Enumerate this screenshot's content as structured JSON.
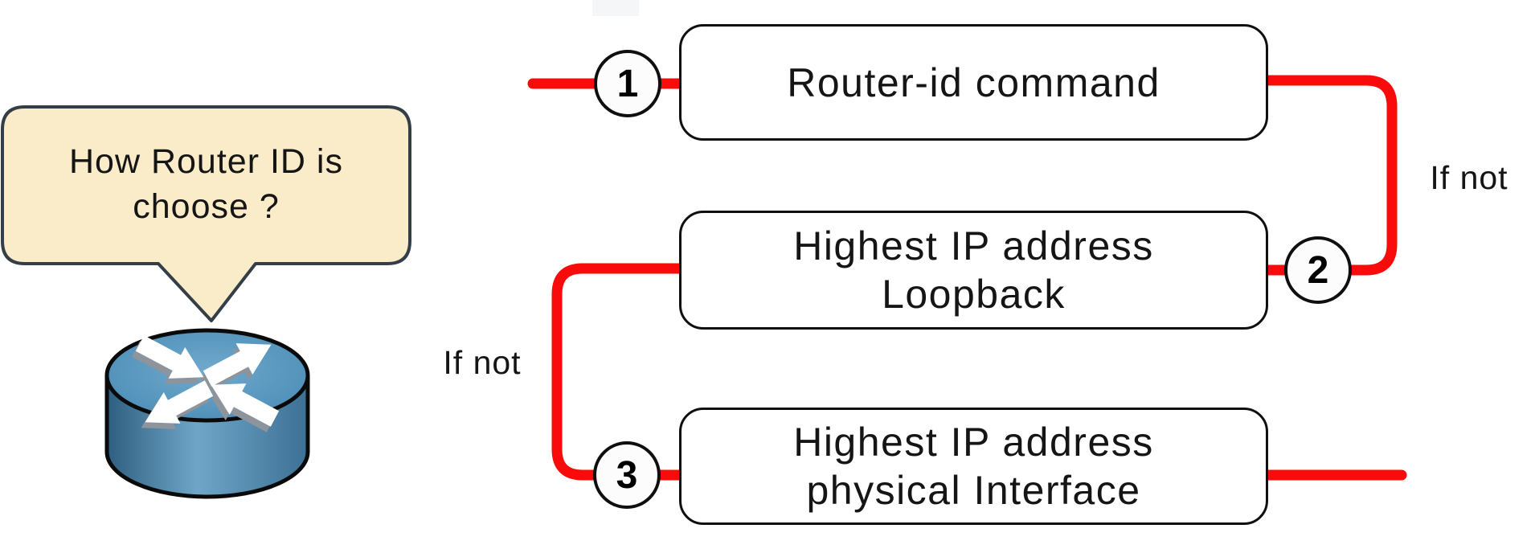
{
  "bubble": {
    "lines": [
      "How Router ID is",
      "choose ?"
    ]
  },
  "steps": [
    {
      "number": "1",
      "label_lines": [
        "Router-id command"
      ]
    },
    {
      "number": "2",
      "label_lines": [
        "Highest IP address",
        "Loopback"
      ]
    },
    {
      "number": "3",
      "label_lines": [
        "Highest IP address",
        "physical Interface"
      ]
    }
  ],
  "connectors": {
    "box1_to_box2_label": "If not",
    "box2_to_box3_label": "If not"
  },
  "icons": {
    "router": "router-icon"
  },
  "colors": {
    "connector-red": "#f90b0b",
    "bubble-fill": "#faecc8",
    "bubble-border": "#333e49",
    "box-border": "#0f0f0f",
    "box-fill": "#ffffff",
    "circle-fill": "#fcfcfc",
    "ink": "#151515",
    "router-blue": "#5292ba"
  }
}
